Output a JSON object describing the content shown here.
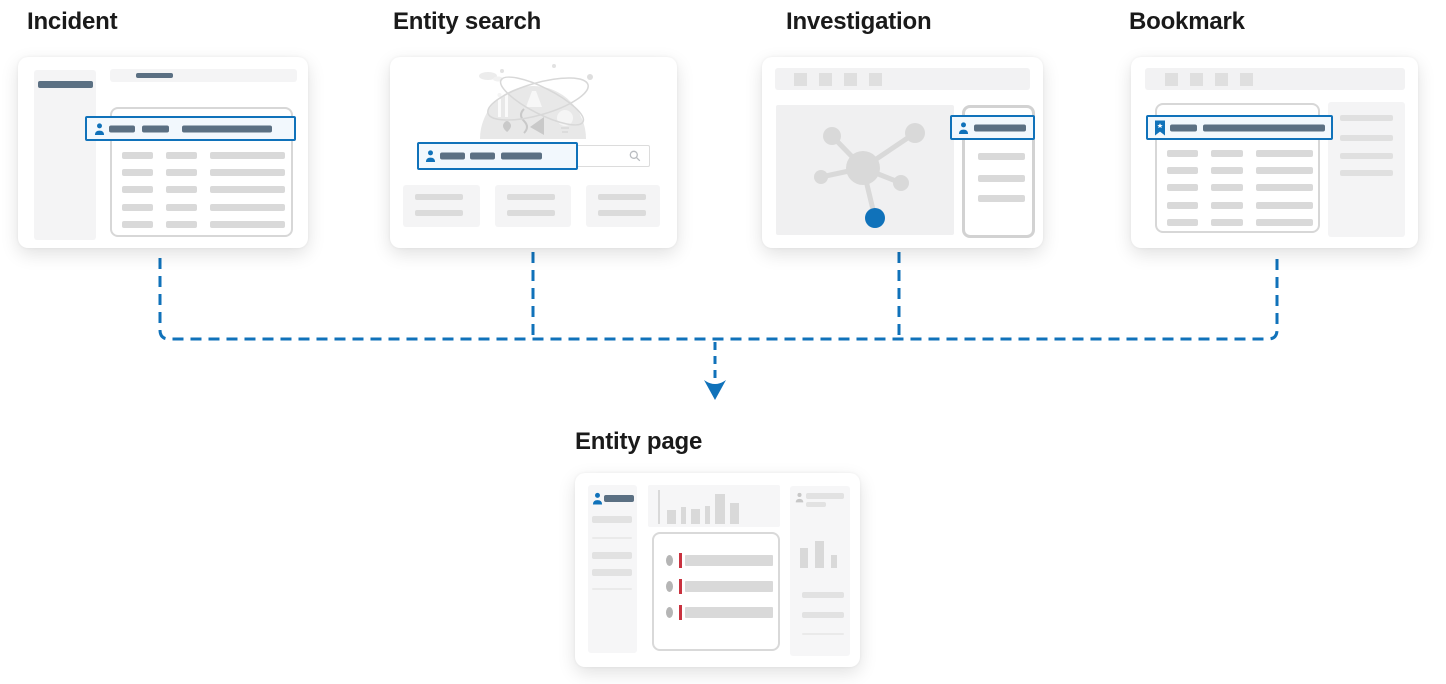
{
  "diagram": {
    "cards": [
      {
        "id": "incident",
        "title": "Incident"
      },
      {
        "id": "entity-search",
        "title": "Entity search"
      },
      {
        "id": "investigation",
        "title": "Investigation"
      },
      {
        "id": "bookmark",
        "title": "Bookmark"
      }
    ],
    "target": {
      "id": "entity-page",
      "title": "Entity page"
    }
  },
  "icons": {
    "person-icon": "blue head-and-shoulders glyph",
    "bookmark-icon": "blue ribbon with white star",
    "search-icon": "gray magnifier",
    "flow-arrow-icon": "blue dashed arrow chevron"
  },
  "colors": {
    "accent_blue": "#1072BA",
    "selected_row_bg": "#F2F8FD",
    "slate_text_bar": "#5B7083",
    "placeholder_bar": "#D9D9D9",
    "panel_bg": "#F4F4F5",
    "card_border": "#D7D7D7",
    "severity_red": "#C9323F",
    "title_text": "#1A1A1A"
  },
  "charts": {
    "entity_page_timeline": {
      "type": "bar",
      "bars": [
        {
          "h": 14,
          "w": 9
        },
        {
          "h": 17,
          "w": 5
        },
        {
          "h": 15,
          "w": 9
        },
        {
          "h": 18,
          "w": 5
        },
        {
          "h": 30,
          "w": 10
        },
        {
          "h": 21,
          "w": 9
        }
      ]
    },
    "entity_page_insights": {
      "type": "bar",
      "bars": [
        {
          "h": 20,
          "w": 8
        },
        {
          "h": 27,
          "w": 9
        },
        {
          "h": 13,
          "w": 6
        }
      ]
    }
  }
}
